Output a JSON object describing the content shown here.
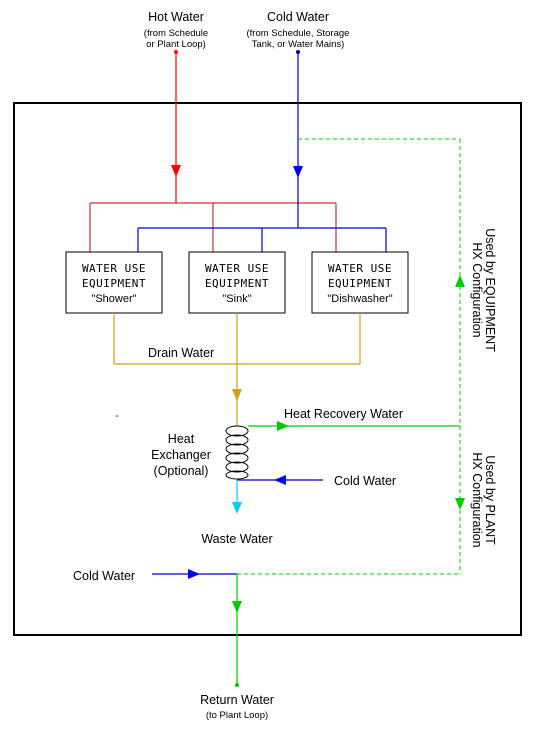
{
  "colors": {
    "hot": "#ff0000",
    "hot_pipe": "#cc3333",
    "cold": "#0000cc",
    "cold_arrow": "#0000ff",
    "drain": "#d4a017",
    "green": "#00cc00",
    "waste": "#00ccff",
    "frame": "#000000"
  },
  "hot_water": {
    "title": "Hot Water",
    "line1": "(from Schedule",
    "line2": "or Plant Loop)"
  },
  "cold_water_top": {
    "title": "Cold Water",
    "line1": "(from Schedule, Storage",
    "line2": "Tank, or Water Mains)"
  },
  "equipment": [
    {
      "line1": "WATER USE",
      "line2": "EQUIPMENT",
      "name": "\"Shower\""
    },
    {
      "line1": "WATER USE",
      "line2": "EQUIPMENT",
      "name": "\"Sink\""
    },
    {
      "line1": "WATER USE",
      "line2": "EQUIPMENT",
      "name": "\"Dishwasher\""
    }
  ],
  "labels": {
    "drain_water": "Drain Water",
    "heat_recovery_water": "Heat Recovery Water",
    "heat_exchanger_1": "Heat",
    "heat_exchanger_2": "Exchanger",
    "heat_exchanger_3": "(Optional)",
    "hx_cold_water": "Cold Water",
    "waste_water": "Waste Water",
    "bottom_cold_water": "Cold Water",
    "return_water": "Return Water",
    "return_water_sub": "(to Plant Loop)",
    "equip_hx_1": "Used by EQUIPMENT",
    "equip_hx_2": "HX Configuration",
    "plant_hx_1": "Used by PLANT",
    "plant_hx_2": "HX Configuration"
  }
}
